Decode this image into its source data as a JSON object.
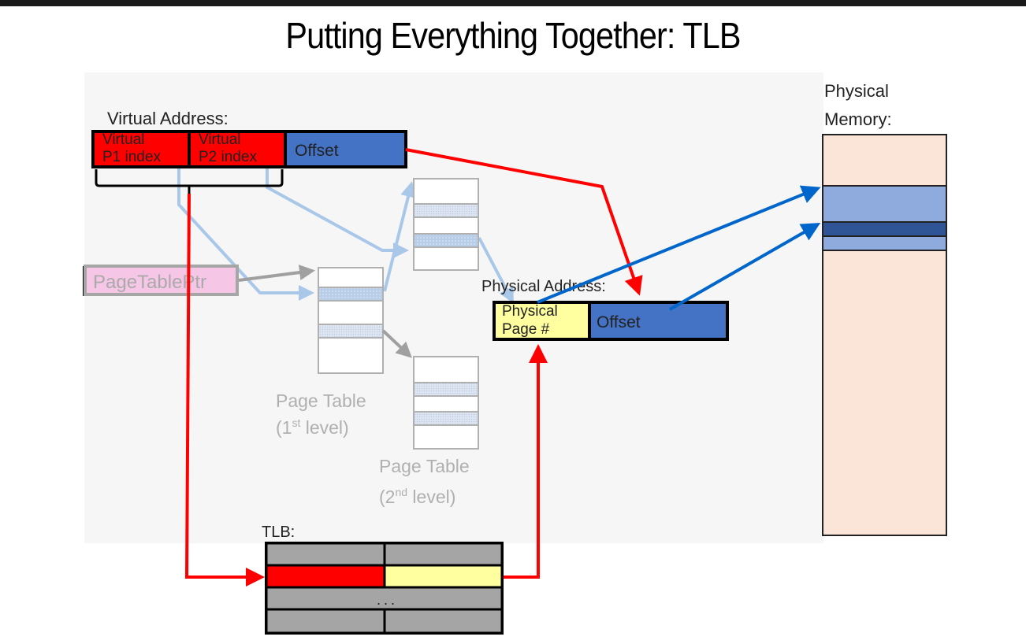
{
  "title": "Putting Everything Together: TLB",
  "virtual_address": {
    "label": "Virtual Address:",
    "fields": [
      {
        "line1": "Virtual",
        "line2": "P1 index",
        "color": "#ff0000"
      },
      {
        "line1": "Virtual",
        "line2": "P2 index",
        "color": "#ff0000"
      },
      {
        "line1": "Offset",
        "line2": "",
        "color": "#4472c4"
      }
    ]
  },
  "page_table_ptr": {
    "label": "PageTablePtr",
    "color": "#f5c6e6"
  },
  "page_table_1": {
    "line1": "Page Table",
    "line2_pre": "(1",
    "line2_sup": "st",
    "line2_post": " level)"
  },
  "page_table_2": {
    "line1": "Page Table",
    "line2_pre": "(2",
    "line2_sup": "nd",
    "line2_post": " level)"
  },
  "physical_address": {
    "label": "Physical Address:",
    "fields": [
      {
        "line1": "Physical",
        "line2": "Page #",
        "color": "#ffffa0"
      },
      {
        "line1": "Offset",
        "line2": "",
        "color": "#4472c4"
      }
    ]
  },
  "physical_memory": {
    "line1": "Physical",
    "line2": "Memory:",
    "color": "#fae5d8"
  },
  "tlb": {
    "label": "TLB:",
    "ellipsis": "...",
    "entry_colors": {
      "tag": "#ff0000",
      "value": "#ffffa0",
      "other": "#a5a5a5"
    }
  },
  "colors": {
    "red": "#ff0000",
    "blue": "#0066cc",
    "light_blue": "#a9c7e8",
    "gray_arrow": "#a0a0a0"
  }
}
